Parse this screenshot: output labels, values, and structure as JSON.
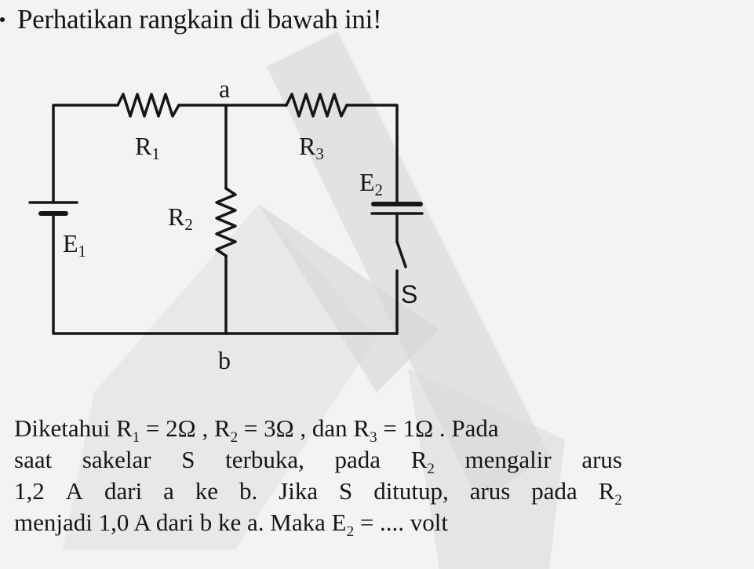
{
  "question": {
    "heading": "Perhatikan rangkain di bawah ini!"
  },
  "circuit": {
    "labels": {
      "node_a": "a",
      "node_b": "b",
      "r1": "R",
      "r1_sub": "1",
      "r2": "R",
      "r2_sub": "2",
      "r3": "R",
      "r3_sub": "3",
      "e1": "E",
      "e1_sub": "1",
      "e2": "E",
      "e2_sub": "2",
      "switch": "S"
    }
  },
  "problem": {
    "line1": {
      "p1": "Diketahui R",
      "s1": "1",
      "p2": " = 2Ω , R",
      "s2": "2",
      "p3": " = 3Ω , dan R",
      "s3": "3",
      "p4": " = 1Ω . Pada"
    },
    "line2": {
      "w1": "saat",
      "w2": "sakelar",
      "w3": "S",
      "w4": "terbuka,",
      "w5": "pada",
      "w6": "R",
      "w6_sub": "2",
      "w7": "mengalir",
      "w8": "arus"
    },
    "line3": {
      "w1": "1,2",
      "w2": "A",
      "w3": "dari",
      "w4": "a",
      "w5": "ke",
      "w6": "b.",
      "w7": "Jika",
      "w8": "S",
      "w9": "ditutup,",
      "w10": "arus",
      "w11": "pada",
      "w12": "R",
      "w12_sub": "2"
    },
    "line4": {
      "p1": "menjadi 1,0 A dari b ke a. Maka E",
      "s1": "2",
      "p2": " = .... volt"
    }
  }
}
